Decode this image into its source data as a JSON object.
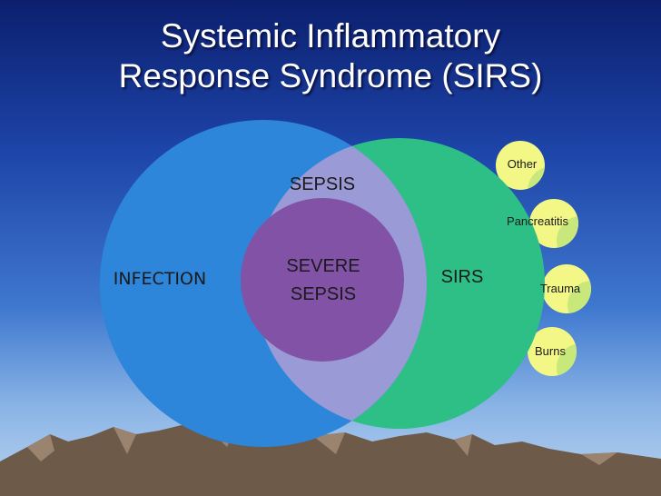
{
  "title": {
    "line1": "Systemic Inflammatory",
    "line2": "Response Syndrome (SIRS)"
  },
  "diagram": {
    "infection_label": "INFECTION",
    "sirs_label": "SIRS",
    "sepsis_label": "SEPSIS",
    "severe_sepsis_line1": "SEVERE",
    "severe_sepsis_line2": "SEPSIS",
    "causes": [
      "Other",
      "Pancreatitis",
      "Trauma",
      "Burns"
    ]
  },
  "colors": {
    "infection": "#2e86da",
    "sirs": "#2dbf86",
    "sepsis": "#9a9ad6",
    "severe_sepsis": "#8152a6",
    "cause_light": "#f3f785",
    "cause_dark": "#c9e87b"
  }
}
